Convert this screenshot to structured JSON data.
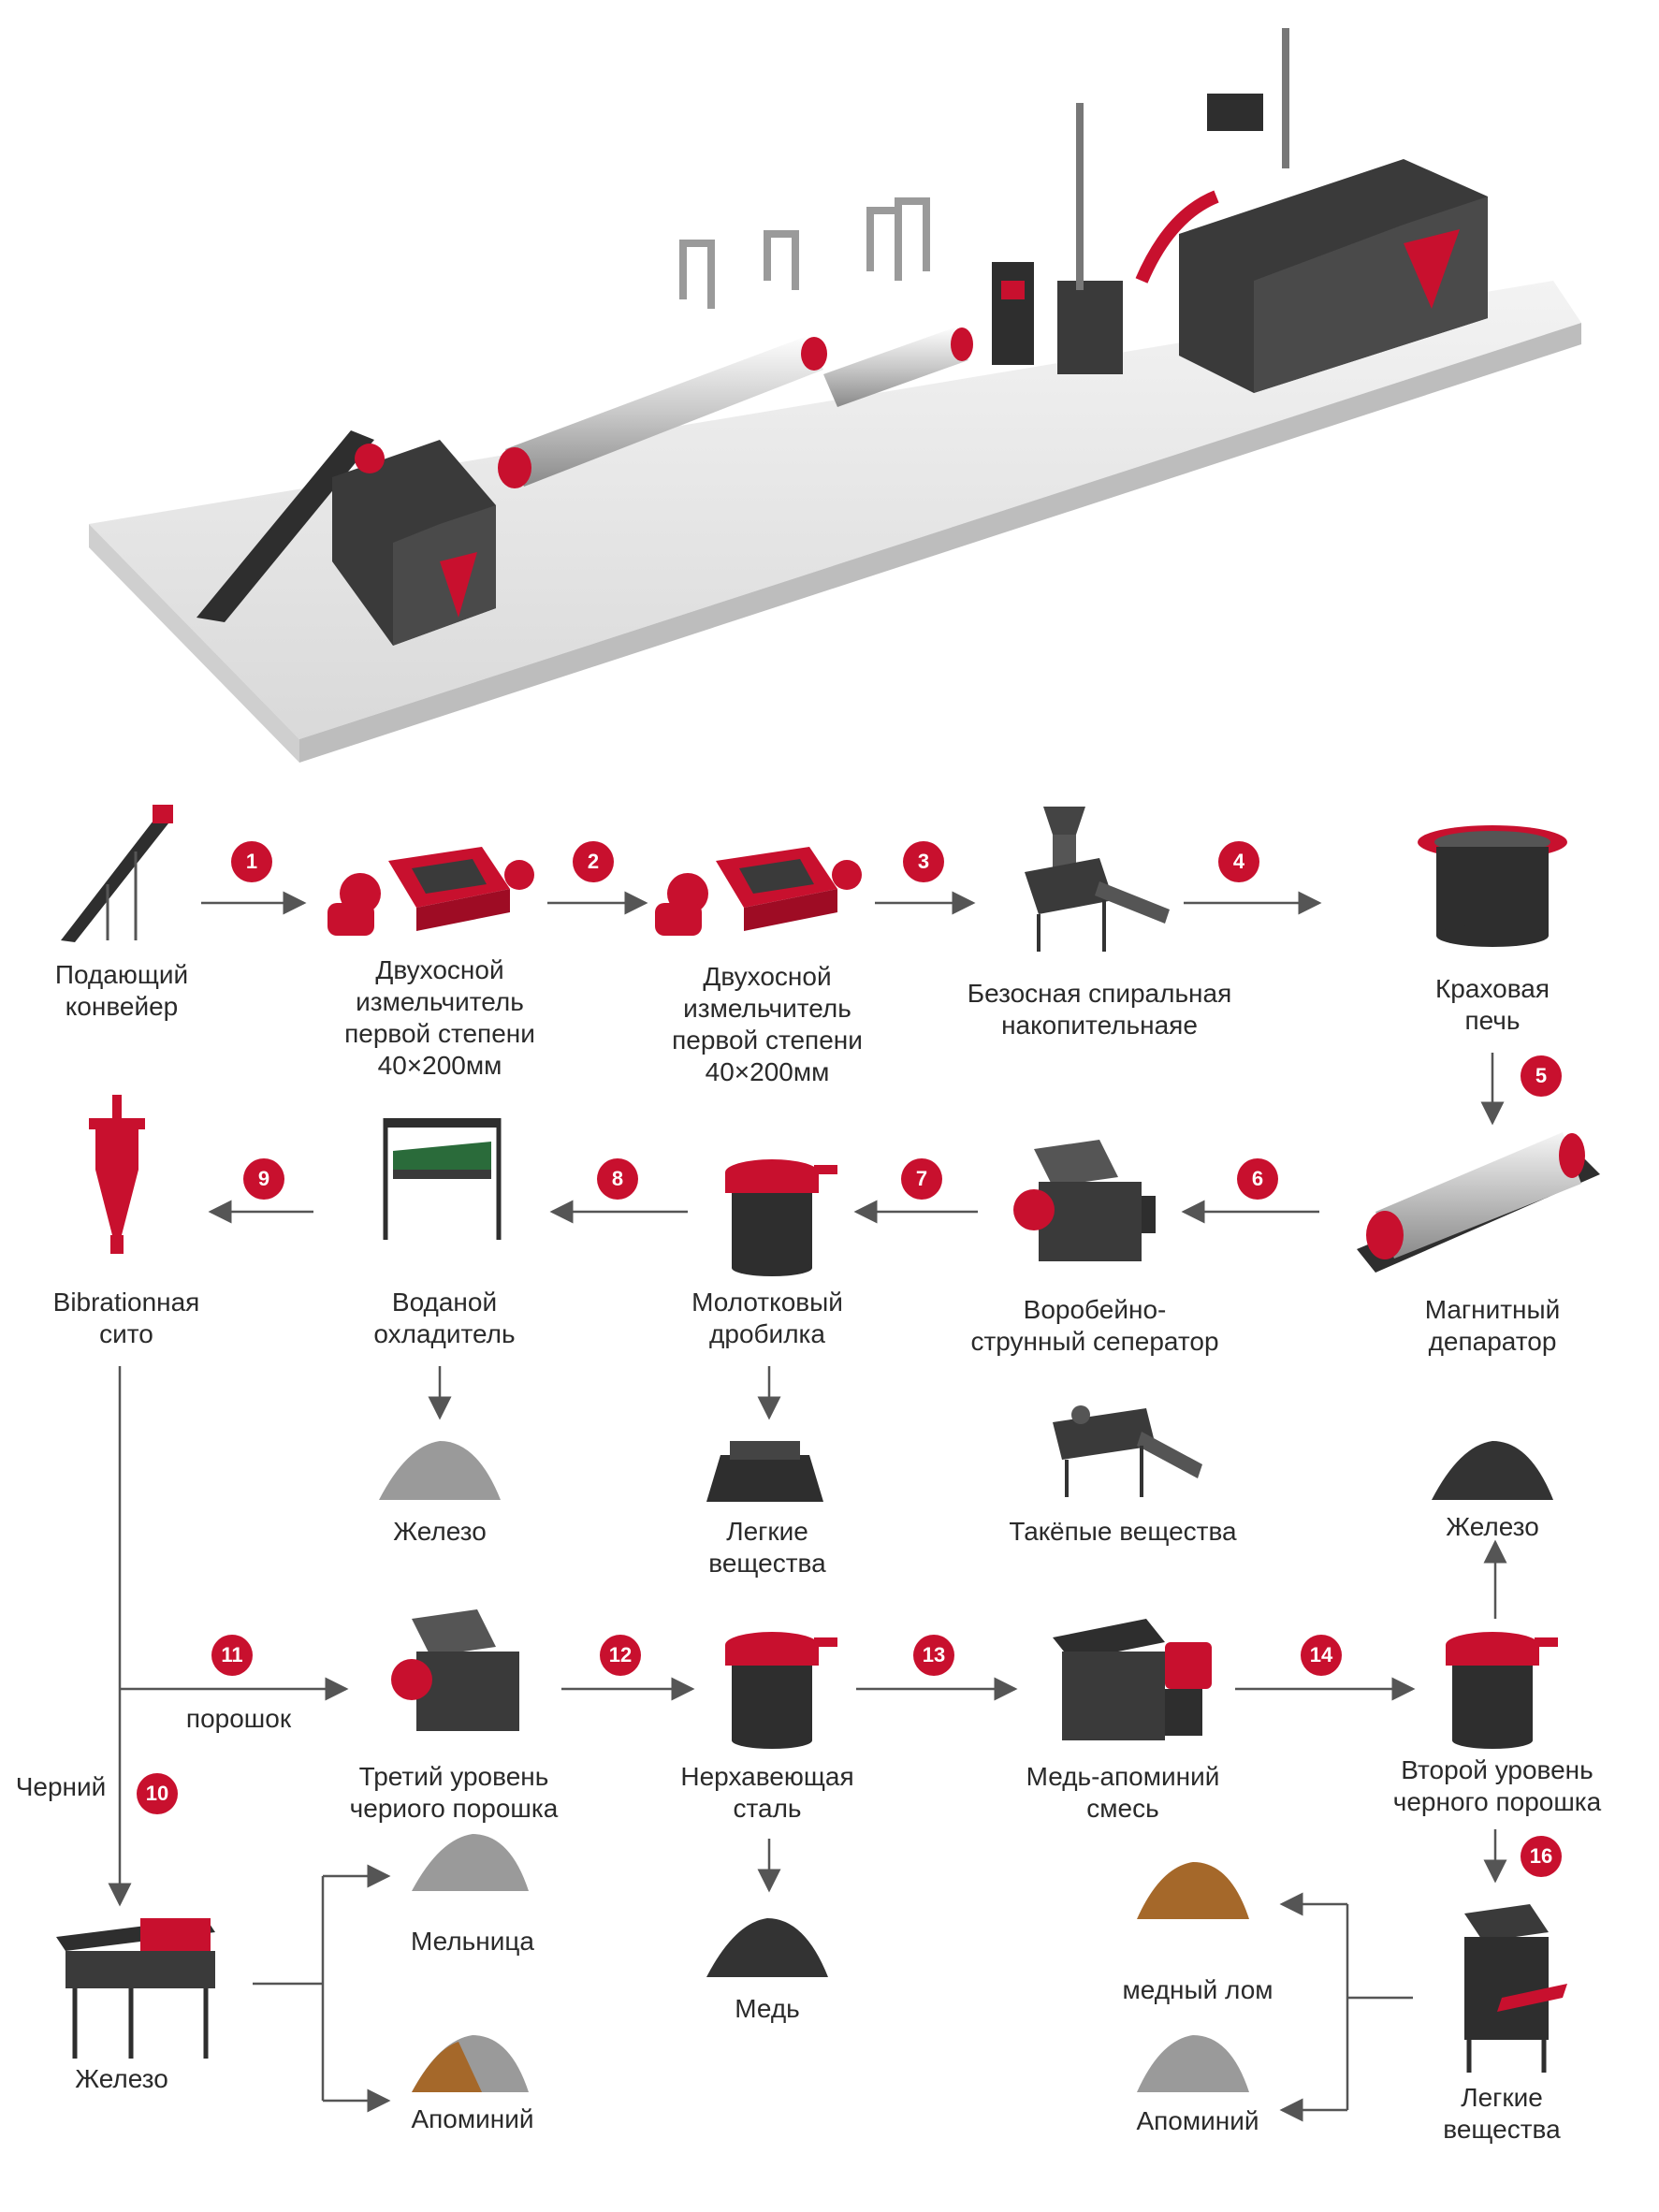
{
  "colors": {
    "accent": "#c8102e",
    "machine_dark": "#3a3a3a",
    "arrow": "#555555",
    "copper": "#a5682a",
    "iron_grey": "#9a9a9a"
  },
  "steps": {
    "s1": "1",
    "s2": "2",
    "s3": "3",
    "s4": "4",
    "s5": "5",
    "s6": "6",
    "s7": "7",
    "s8": "8",
    "s9": "9",
    "s10": "10",
    "s11": "11",
    "s12": "12",
    "s13": "13",
    "s14": "14",
    "s16": "16"
  },
  "labels": {
    "feed_conveyor": "Подающий\nконвейер",
    "shredder_1": "Двухосной\nизмельчитель\nпервой степени\n40×200мм",
    "shredder_2": "Двухосной\nизмельчитель\nпервой степени\n40×200мм",
    "spiral_storage": "Безосная спиральная\nнакопительнаяе",
    "crack_furnace": "Краховая\nпечь",
    "magnetic_separator": "Магнитный\nдепаратор",
    "sparrow_separator": "Воробейно-\nструнный сеператор",
    "hammer_crusher": "Молотковый\nдробилка",
    "water_cooler": "Воданой\nохладитель",
    "vibration_sieve": "Bibrationная\nсито",
    "iron_1": "Железо",
    "light_1": "Легкие\nвещества",
    "same_substances": "Такёпые вещества",
    "iron_2": "Железо",
    "powder": "порошок",
    "black": "Черний",
    "third_level": "Третий уровень\nчериого порошка",
    "stainless": "Нерхавеющая\nсталь",
    "cu_al_mix": "Медь-апоминий\nсмесь",
    "second_level": "Второй уровень\nчерного порошка",
    "mill": "Мельница",
    "aluminium_1": "Апоминий",
    "iron_3": "Железо",
    "copper": "Медь",
    "copper_scrap": "медный лом",
    "aluminium_2": "Апоминий",
    "light_2": "Легкие\nвещества"
  },
  "icons": [
    "incline-conveyor-icon",
    "shredder-icon",
    "spiral-conveyor-icon",
    "furnace-icon",
    "drum-separator-icon",
    "crusher-icon",
    "vibro-sieve-icon",
    "water-cooler-icon",
    "cyclone-icon",
    "powder-pile-icon",
    "eddy-separator-icon",
    "bin-icon"
  ]
}
